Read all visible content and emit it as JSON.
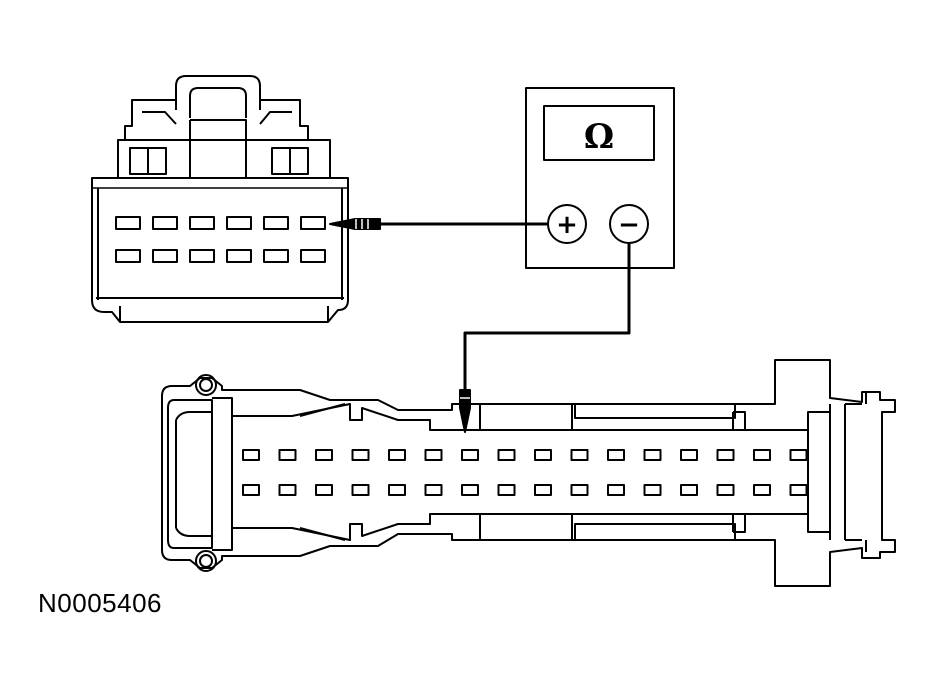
{
  "meter": {
    "display_symbol": "Ω",
    "positive_label": "+",
    "negative_label": "−"
  },
  "upper_connector": {
    "pins_per_row": 6,
    "rows": 2
  },
  "lower_connector": {
    "pins_per_row": 16,
    "rows": 2
  },
  "figure_id": "N0005406",
  "colors": {
    "line": "#000000",
    "background": "#ffffff"
  }
}
